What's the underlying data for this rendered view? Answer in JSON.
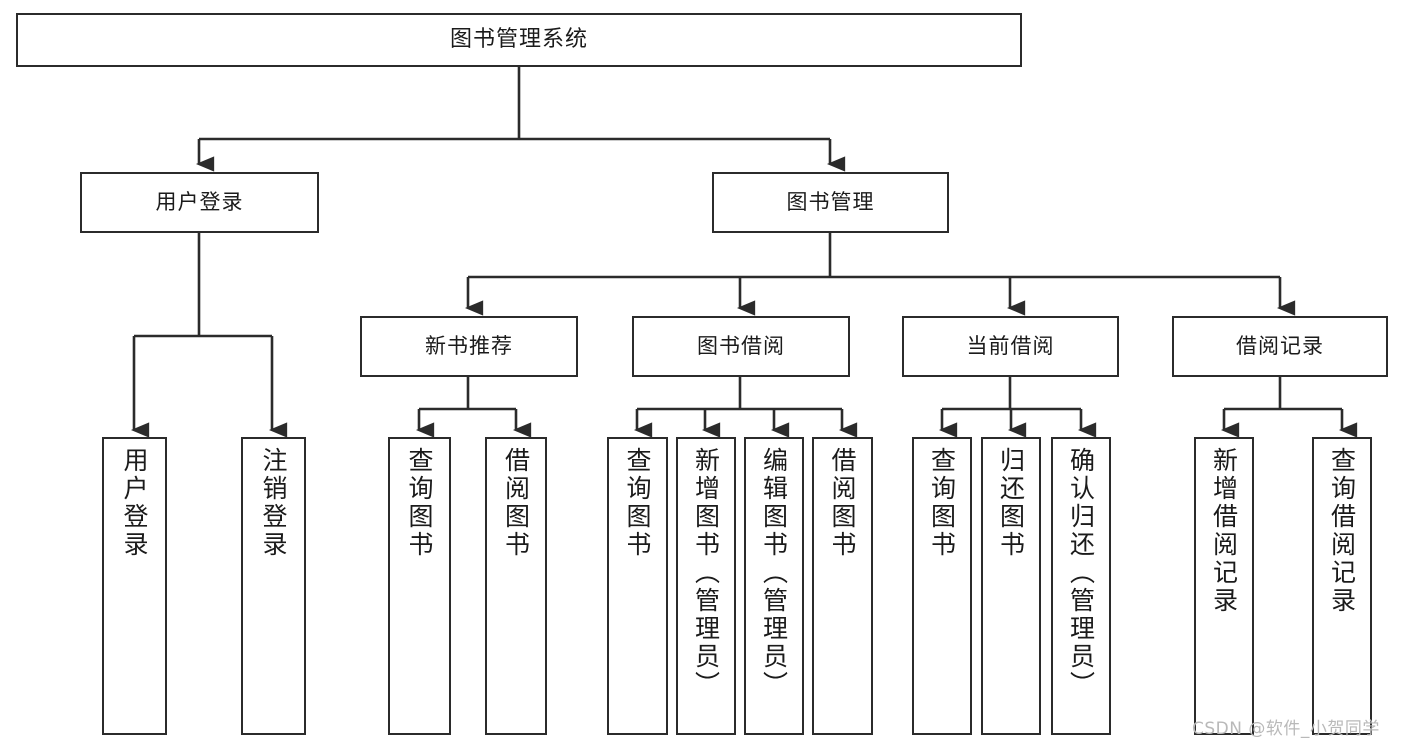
{
  "diagram": {
    "type": "tree-hierarchy",
    "title": "图书管理系统",
    "watermark": "CSDN @软件_小贺同学",
    "line_color": "#2b2b2b",
    "box_fill": "#ffffff",
    "text_color": "#1b1b1b",
    "watermark_color": "#b9b9b9"
  },
  "nodes": {
    "root": {
      "label": "图书管理系统"
    },
    "level1": [
      {
        "id": "user-login",
        "label": "用户登录"
      },
      {
        "id": "book-manage",
        "label": "图书管理"
      }
    ],
    "level2": [
      {
        "id": "new-book-recommend",
        "label": "新书推荐"
      },
      {
        "id": "book-borrow",
        "label": "图书借阅"
      },
      {
        "id": "current-borrow",
        "label": "当前借阅"
      },
      {
        "id": "borrow-record",
        "label": "借阅记录"
      }
    ],
    "leaves": {
      "user_login": [
        {
          "id": "leaf-user-login",
          "label": "用户登录"
        },
        {
          "id": "leaf-logout-login",
          "label": "注销登录"
        }
      ],
      "new_book_recommend": [
        {
          "id": "leaf-query-book-1",
          "label": "查询图书"
        },
        {
          "id": "leaf-borrow-book-1",
          "label": "借阅图书"
        }
      ],
      "book_borrow": [
        {
          "id": "leaf-query-book-2",
          "label": "查询图书"
        },
        {
          "id": "leaf-add-book",
          "label": "新增图书（管理员）"
        },
        {
          "id": "leaf-edit-book",
          "label": "编辑图书（管理员）"
        },
        {
          "id": "leaf-borrow-book-2",
          "label": "借阅图书"
        }
      ],
      "current_borrow": [
        {
          "id": "leaf-query-book-3",
          "label": "查询图书"
        },
        {
          "id": "leaf-return-book",
          "label": "归还图书"
        },
        {
          "id": "leaf-confirm-return",
          "label": "确认归还（管理员）"
        }
      ],
      "borrow_record": [
        {
          "id": "leaf-add-record",
          "label": "新增借阅记录"
        },
        {
          "id": "leaf-query-record",
          "label": "查询借阅记录"
        }
      ]
    }
  }
}
